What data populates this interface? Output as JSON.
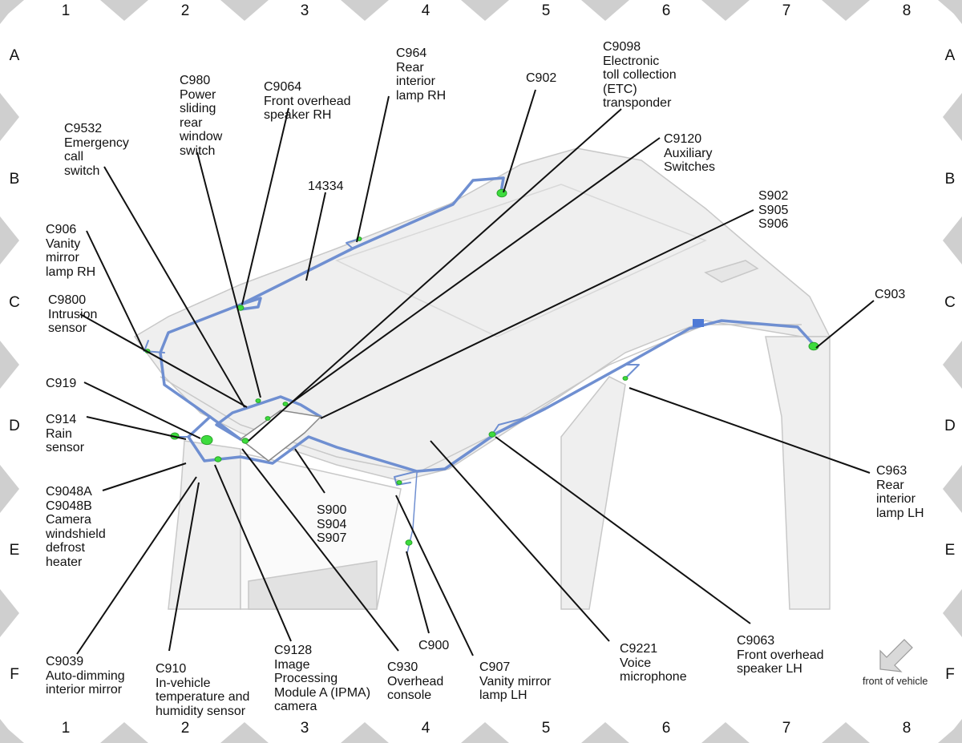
{
  "grid": {
    "columns": [
      "1",
      "2",
      "3",
      "4",
      "5",
      "6",
      "7",
      "8"
    ],
    "rows": [
      "A",
      "B",
      "C",
      "D",
      "E",
      "F"
    ]
  },
  "colors": {
    "harness": "#6f8fd1",
    "connector": "#3ddc3d",
    "leader": "#111111",
    "marker": "#cfcfcf",
    "body": "#e8e8e8"
  },
  "labels": [
    {
      "id": "c9532",
      "text": "C9532\nEmergency\ncall\nswitch"
    },
    {
      "id": "c980",
      "text": "C980\nPower\nsliding\nrear\nwindow\nswitch"
    },
    {
      "id": "c9064",
      "text": "C9064\nFront overhead\nspeaker RH"
    },
    {
      "id": "c964",
      "text": "C964\nRear\ninterior\nlamp RH"
    },
    {
      "id": "c902",
      "text": "C902"
    },
    {
      "id": "c9098",
      "text": "C9098\nElectronic\ntoll collection\n(ETC)\ntransponder"
    },
    {
      "id": "c9120",
      "text": "C9120\nAuxiliary\nSwitches"
    },
    {
      "id": "s902",
      "text": "S902\nS905\nS906"
    },
    {
      "id": "h14334",
      "text": "14334"
    },
    {
      "id": "c906",
      "text": "C906\nVanity\nmirror\nlamp RH"
    },
    {
      "id": "c9800",
      "text": "C9800\nIntrusion\nsensor"
    },
    {
      "id": "c903",
      "text": "C903"
    },
    {
      "id": "c919",
      "text": "C919"
    },
    {
      "id": "c914",
      "text": "C914\nRain\nsensor"
    },
    {
      "id": "c9048",
      "text": "C9048A\nC9048B\nCamera\nwindshield\ndefrost\nheater"
    },
    {
      "id": "s900",
      "text": "S900\nS904\nS907"
    },
    {
      "id": "c963",
      "text": "C963\nRear\ninterior\nlamp LH"
    },
    {
      "id": "c9039",
      "text": "C9039\nAuto-dimming\ninterior mirror"
    },
    {
      "id": "c910",
      "text": "C910\nIn-vehicle\ntemperature and\nhumidity sensor"
    },
    {
      "id": "c9128",
      "text": "C9128\nImage\nProcessing\nModule A (IPMA)\ncamera"
    },
    {
      "id": "c930",
      "text": "C930\nOverhead\nconsole"
    },
    {
      "id": "c900",
      "text": "C900"
    },
    {
      "id": "c907",
      "text": "C907\nVanity mirror\nlamp LH"
    },
    {
      "id": "c9221",
      "text": "C9221\nVoice\nmicrophone"
    },
    {
      "id": "c9063",
      "text": "C9063\nFront overhead\nspeaker LH"
    }
  ],
  "front_of_vehicle": "front of vehicle"
}
